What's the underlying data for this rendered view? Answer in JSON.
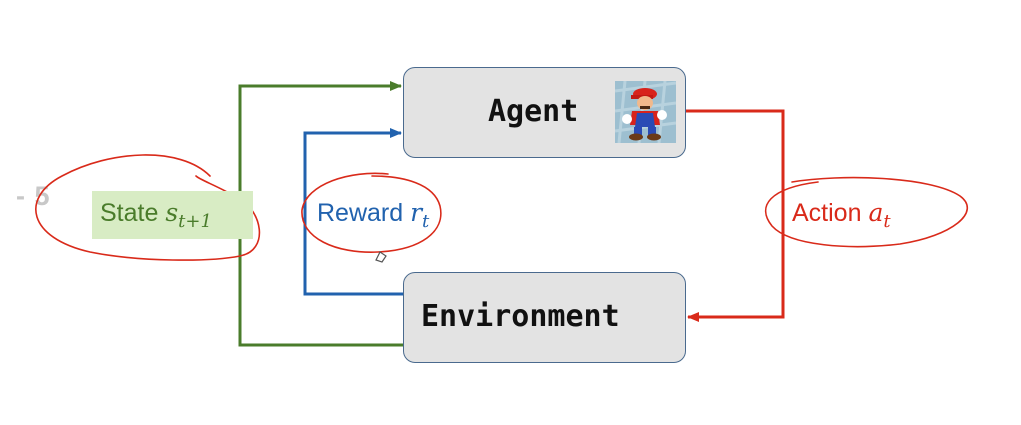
{
  "nodes": {
    "agent": "Agent",
    "environment": "Environment"
  },
  "edges": {
    "state": {
      "text": "State ",
      "var": "s",
      "sub": "t+1"
    },
    "reward": {
      "text": "Reward ",
      "var": "r",
      "sub": "t"
    },
    "action": {
      "text": "Action ",
      "var": "a",
      "sub": "t"
    }
  },
  "margin_mark": "- 5",
  "colors": {
    "state": "#4a7c2b",
    "reward": "#2162ae",
    "action": "#d92a1a",
    "annotation": "#d92a1a",
    "box_fill": "#e3e3e3",
    "box_border": "#4a6a8e"
  },
  "icons": {
    "agent_avatar": "mario-avatar-icon"
  }
}
